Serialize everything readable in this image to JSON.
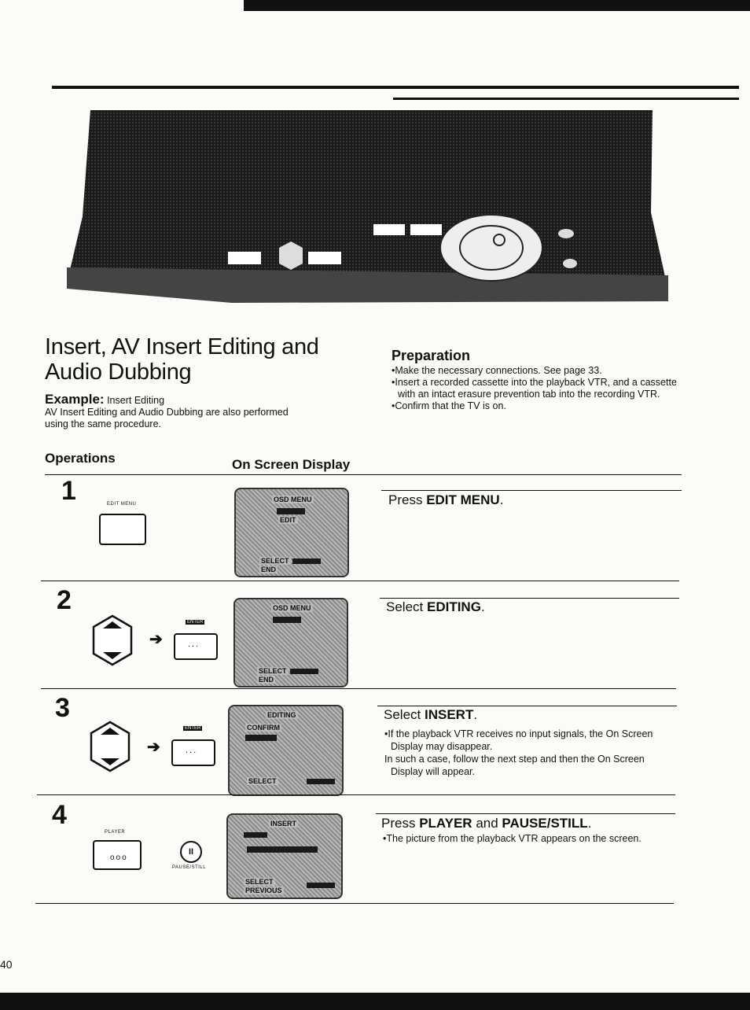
{
  "title_line1": "Insert, AV Insert Editing and",
  "title_line2": "Audio Dubbing",
  "example": {
    "label": "Example:",
    "value": "Insert Editing",
    "line2": "AV Insert Editing and Audio Dubbing are also performed",
    "line3": "using the same procedure."
  },
  "preparation": {
    "heading": "Preparation",
    "items": [
      "•Make the necessary connections. See page 33.",
      "•Insert a recorded cassette into the playback VTR, and a cassette with an intact erasure prevention tab into the recording VTR.",
      "•Confirm that the TV is on."
    ]
  },
  "columns": {
    "operations": "Operations",
    "osd": "On Screen Display"
  },
  "steps": [
    {
      "num": "1",
      "button_label": "EDIT MENU",
      "instr_pre": "Press ",
      "instr_bold": "EDIT MENU",
      "instr_post": ".",
      "screen": [
        "OSD MENU",
        "EDIT",
        "SELECT",
        "END"
      ]
    },
    {
      "num": "2",
      "enter_label": "ENTER",
      "enter_dots": "...",
      "instr_pre": "Select ",
      "instr_bold": "EDITING",
      "instr_post": ".",
      "screen": [
        "OSD MENU",
        "SELECT",
        "END"
      ]
    },
    {
      "num": "3",
      "enter_label": "ENTER",
      "enter_dots": "...",
      "instr_pre": "Select ",
      "instr_bold": "INSERT",
      "instr_post": ".",
      "notes": [
        "•If the playback VTR receives no input signals, the On Screen Display may disappear.",
        "In such a case, follow the next step and then the On Screen Display will appear."
      ],
      "screen": [
        "EDITING",
        "CONFIRM",
        "SELECT"
      ]
    },
    {
      "num": "4",
      "player_label": "PLAYER",
      "player_dots": "ooo",
      "pause_label": "PAUSE/STILL",
      "pause_symbol": "II",
      "instr_pre": "Press ",
      "instr_bold": "PLAYER",
      "instr_mid": " and ",
      "instr_bold2": "PAUSE/STILL",
      "instr_post": ".",
      "notes": [
        "•The picture from the playback VTR appears on the screen."
      ],
      "screen": [
        "INSERT",
        "SELECT",
        "PREVIOUS"
      ]
    }
  ],
  "page_number": "40"
}
